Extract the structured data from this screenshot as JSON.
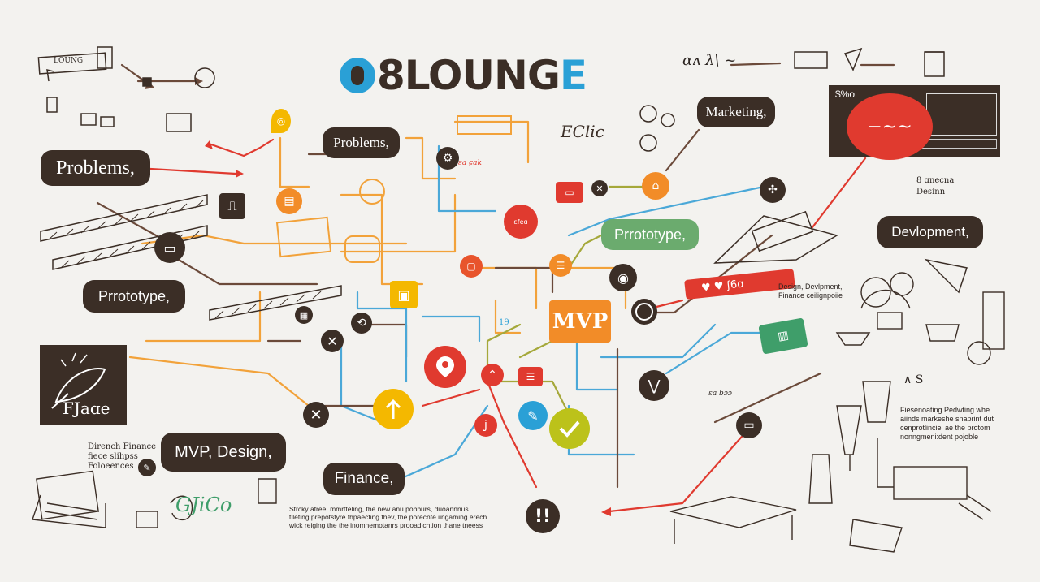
{
  "logo": {
    "lead": "8LOUNG",
    "accent": "E",
    "colors": {
      "dark": "#3b2e26",
      "blue": "#2aa0d6"
    }
  },
  "labels": {
    "problems_left": "Problems,",
    "problems_center": "Problems,",
    "prototype_left": "Prrototype,",
    "prototype_center": "Prrototype,",
    "marketing": "Marketing,",
    "development": "Devlopment,",
    "mvp_design": "MVP, Design,",
    "finance": "Finance,",
    "mvp_box": "MVP",
    "logo_panel": "FJaɑe"
  },
  "sketch_text": {
    "top_sketch_label": "LOUNG",
    "eclic": "EClic",
    "scribble_top": "ɑʌ λ\\ ~",
    "side_note": "8 ɑnecna\nDesinn",
    "design_note": "Design, Devlpment,\nFinance ceilignpoiie",
    "finance_note": "Dirench Finance\nfiece slihpss\nFoloeences",
    "cursive_bottom": "GJiCo",
    "scribble_mid": "ɛa bɔɔ",
    "scribble_right": "∧ S",
    "panel_label": "$%o",
    "nodes_19": "19",
    "ctrl_label": "ɛa ɕak",
    "red_badge": "ɛfeɑ",
    "heart_bar": "♥   ♥ ʃ6ɑ"
  },
  "paragraphs": {
    "bottom_center": "Strcky atree; mmrtteling, the new anu pobburs, duoannnus\ntileting prepotstyre thpaecting thev, the porecnte iingaming erech\nwick reiging the the inomnemotanrs prooadichtion thane tneess",
    "right_block": "Fiesenoating Pedwting whe\naiinds markeshe snaprint dut\ncenprotlinciel ae the protom\nnonngmeni:dent pojoble"
  },
  "icons": [
    {
      "name": "location-pin-icon",
      "color": "#e03a2f"
    },
    {
      "name": "checkmark-icon",
      "color": "#bcc21a"
    },
    {
      "name": "arrow-up-icon",
      "color": "#f4b800"
    },
    {
      "name": "exclamation-icon",
      "color": "#3b2e26"
    },
    {
      "name": "camera-icon",
      "color": "#3b2e26"
    }
  ]
}
